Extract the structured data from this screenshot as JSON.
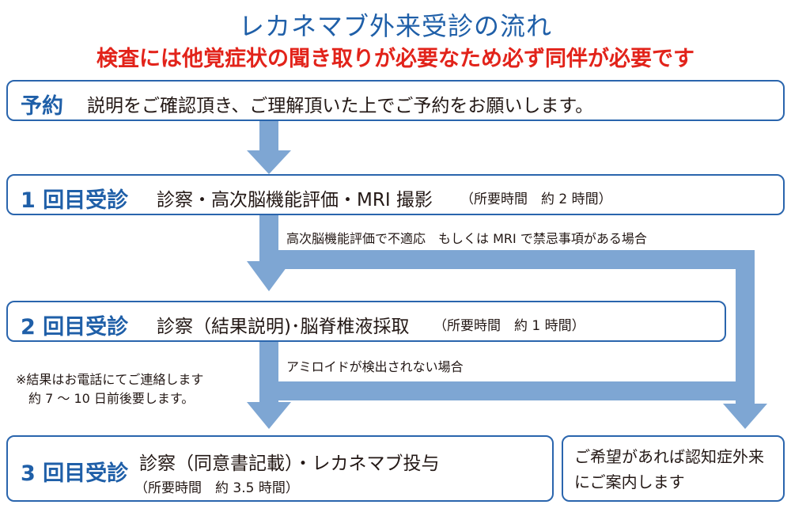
{
  "title": "レカネマブ外来受診の流れ",
  "subtitle": "検査には他覚症状の聞き取りが必要なため必ず同伴が必要です",
  "steps": {
    "reserve": {
      "label": "予約",
      "text": "説明をご確認頂き、ご理解頂いた上でご予約をお願いします。"
    },
    "visit1": {
      "label": "1 回目受診",
      "text": "診察・高次脳機能評価・MRI 撮影",
      "time": "（所要時間　約 2 時間）"
    },
    "visit2": {
      "label": "2 回目受診",
      "text": "診察（結果説明)･脳脊椎液採取",
      "time": "（所要時間　約 1 時間）"
    },
    "visit3": {
      "label": "3 回目受診",
      "text": "診察（同意書記載）・レカネマブ投与",
      "time": "（所要時間　約 3.5 時間）"
    }
  },
  "conditions": {
    "after_visit1": "高次脳機能評価で不適応　もしくは MRI で禁忌事項がある場合",
    "after_visit2": "アミロイドが検出されない場合"
  },
  "note": {
    "line1": "※結果はお電話にてご連絡します",
    "line2": "約 7 ～ 10 日前後要します。"
  },
  "referral": {
    "line1": "ご希望があれば認知症外来",
    "line2": "にご案内します"
  },
  "colors": {
    "title": "#1f5fa8",
    "warning": "#e2231a",
    "box_border": "#2a65ad",
    "arrow": "#7ea6d3"
  }
}
